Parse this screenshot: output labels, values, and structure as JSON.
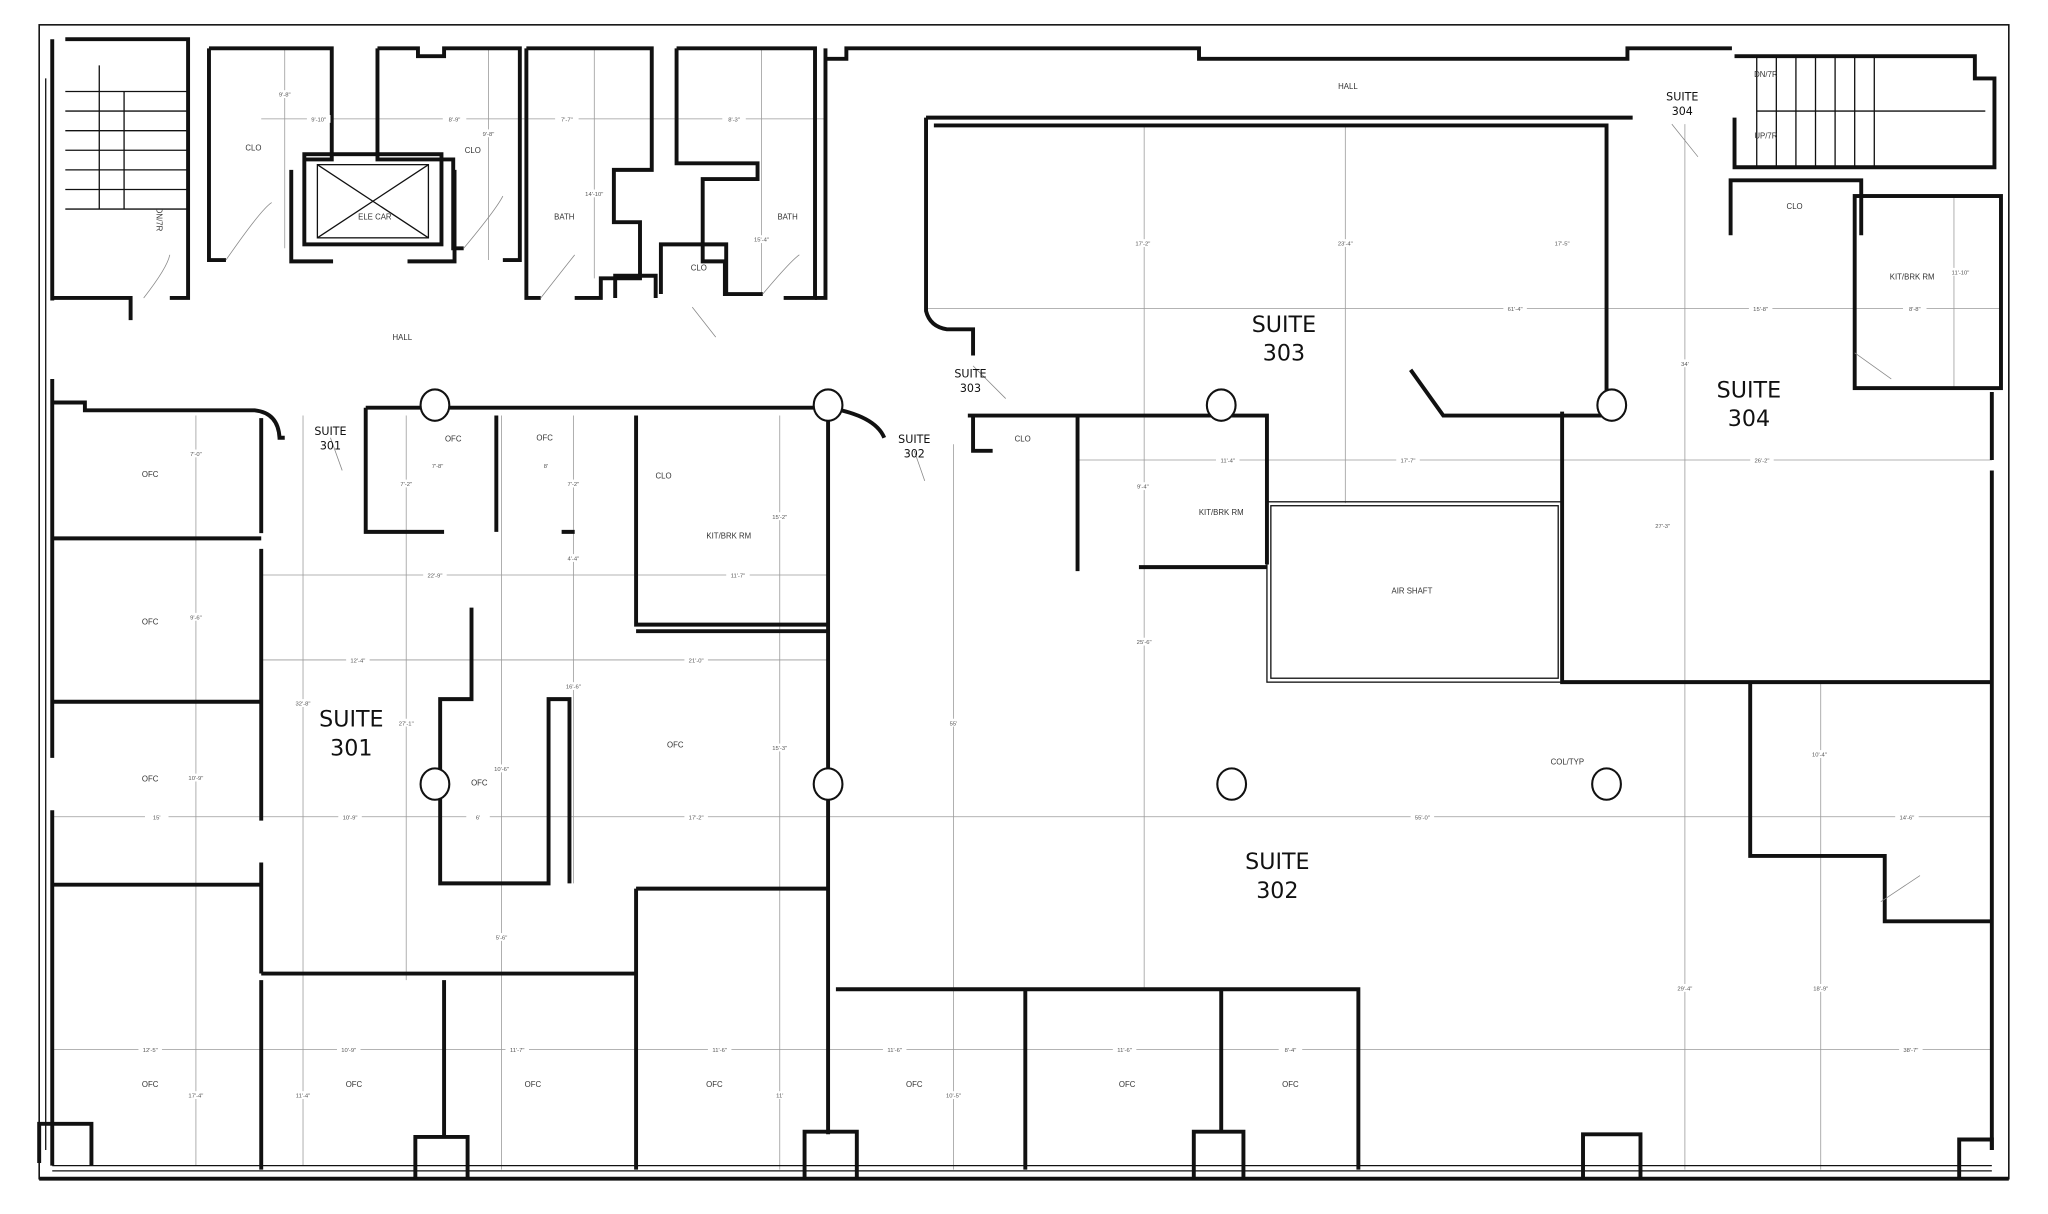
{
  "plan": {
    "suites": [
      {
        "line1": "SUITE",
        "line2": "301"
      },
      {
        "line1": "SUITE",
        "line2": "302"
      },
      {
        "line1": "SUITE",
        "line2": "303"
      },
      {
        "line1": "SUITE",
        "line2": "304"
      }
    ],
    "suite_doors": [
      {
        "line1": "SUITE",
        "line2": "301"
      },
      {
        "line1": "SUITE",
        "line2": "302"
      },
      {
        "line1": "SUITE",
        "line2": "303"
      },
      {
        "line1": "SUITE",
        "line2": "304"
      }
    ],
    "rooms": [
      "HALL",
      "HALL",
      "CLO",
      "CLO",
      "ELE CAR",
      "BATH",
      "BATH",
      "CLO",
      "DN/7R",
      "UP/7R",
      "CLO",
      "KIT/BRK RM",
      "OFC",
      "OFC",
      "CLO",
      "KIT/BRK RM",
      "CLO",
      "KIT/BRK RM",
      "OFC",
      "OFC",
      "OFC",
      "AIR SHAFT",
      "OFC",
      "OFC",
      "COL/TYP",
      "OFC",
      "OFC",
      "OFC",
      "OFC",
      "OFC",
      "OFC",
      "OFC",
      "DN/7R"
    ],
    "dimensions": [
      "9'-8\"",
      "9'-10\"",
      "8'-9\"",
      "9'-8\"",
      "7'-7\"",
      "8'-3\"",
      "14'-10\"",
      "15'-4\"",
      "17'-2\"",
      "23'-4\"",
      "17'-5\"",
      "61'-4\"",
      "15'-8\"",
      "8'-8\"",
      "11'-10\"",
      "34'",
      "7'-0\"",
      "7'-8\"",
      "8'",
      "7'-2\"",
      "7'-2\"",
      "15'-2\"",
      "11'-4\"",
      "17'-7\"",
      "26'-2\"",
      "9'-4\"",
      "27'-3\"",
      "4'-4\"",
      "22'-9\"",
      "11'-7\"",
      "9'-6\"",
      "12'-4\"",
      "21'-0\"",
      "25'-6\"",
      "16'-6\"",
      "32'-8\"",
      "27'-1\"",
      "55'",
      "15'-3\"",
      "10'-4\"",
      "10'-6\"",
      "10'-9\"",
      "15'",
      "10'-9\"",
      "6'",
      "17'-2\"",
      "55'-0\"",
      "14'-6\"",
      "5'-6\"",
      "29'-4\"",
      "18'-9\"",
      "12'-5\"",
      "10'-9\"",
      "11'-7\"",
      "11'-6\"",
      "11'-6\"",
      "11'-6\"",
      "8'-4\"",
      "38'-7\"",
      "17'-4\"",
      "11'-4\"",
      "11'",
      "10'-5\""
    ]
  }
}
